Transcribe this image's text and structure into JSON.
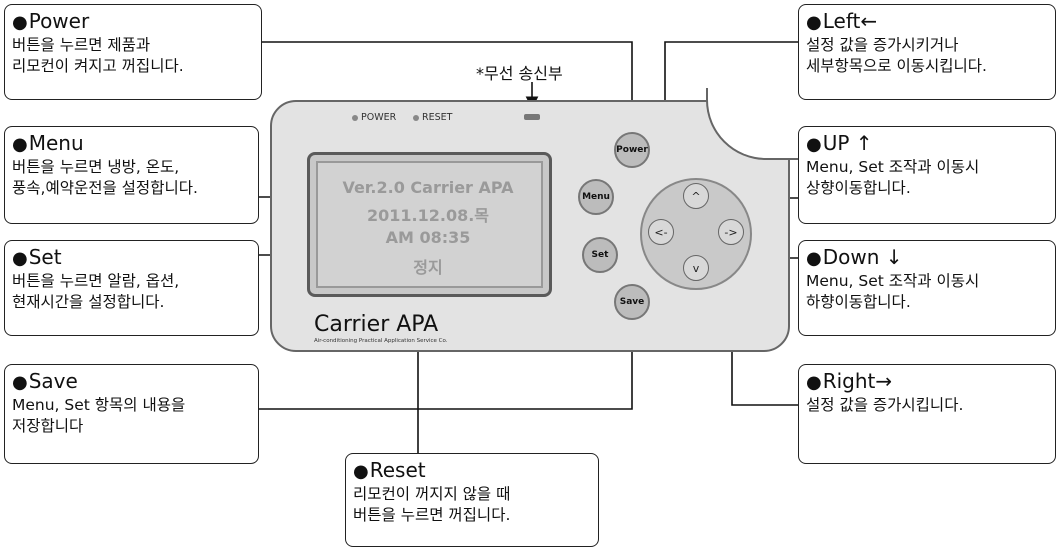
{
  "callouts": {
    "power": {
      "title": "Power",
      "desc": "버튼을 누르면 제품과\n리모컨이 켜지고 꺼집니다."
    },
    "menu": {
      "title": "Menu",
      "desc": "버튼을 누르면 냉방, 온도,\n풍속,예약운전을 설정합니다."
    },
    "set": {
      "title": "Set",
      "desc": "버튼을 누르면 알람, 옵션,\n현재시간을 설정합니다."
    },
    "save": {
      "title": "Save",
      "desc": "Menu, Set 항목의 내용을\n저장합니다"
    },
    "reset": {
      "title": "Reset",
      "desc": "리모컨이 꺼지지 않을 때\n버튼을 누르면 꺼집니다."
    },
    "left": {
      "title": "Left←",
      "desc": "설정 값을 증가시키거나\n세부항목으로 이동시킵니다."
    },
    "up": {
      "title": "UP ↑",
      "desc": "Menu, Set 조작과 이동시\n상향이동합니다."
    },
    "down": {
      "title": "Down ↓",
      "desc": "Menu, Set 조작과 이동시\n하향이동합니다."
    },
    "right": {
      "title": "Right→",
      "desc": "설정 값을 증가시킵니다."
    }
  },
  "bullet": "●",
  "wireless_label": "*무선 송신부",
  "device": {
    "indicator_power": "POWER",
    "indicator_reset": "RESET",
    "lcd_line1": "Ver.2.0  Carrier APA",
    "lcd_line2": "2011.12.08.목",
    "lcd_line3": "AM 08:35",
    "lcd_line4": "정지",
    "btn_power": "Power",
    "btn_menu": "Menu",
    "btn_set": "Set",
    "btn_save": "Save",
    "dpad_up": "^",
    "dpad_down": "v",
    "dpad_left": "<-",
    "dpad_right": "->",
    "brand": "Carrier APA",
    "brand_sub": "Air-conditioning Practical Application Service Co."
  }
}
